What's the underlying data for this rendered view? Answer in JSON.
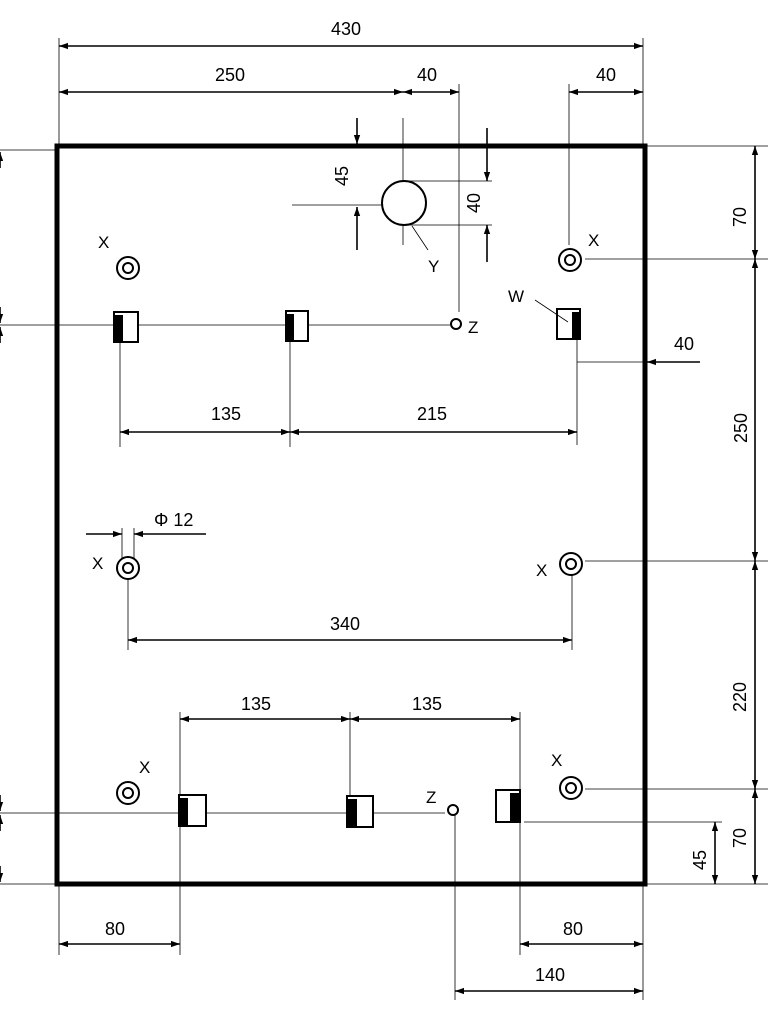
{
  "dimensions": {
    "total_width": "430",
    "left_to_y": "250",
    "y_to_z": "40",
    "right_x_offset": "40",
    "y_vertical": "45",
    "y_diameter": "40",
    "top_to_x": "70",
    "x_to_x_mid": "250",
    "w_offset": "40",
    "top_row_spacing": "135",
    "top_row_span": "215",
    "x_diameter": "Φ 12",
    "x_span": "340",
    "x_to_x_low": "220",
    "bottom_spacing_1": "135",
    "bottom_spacing_2": "135",
    "bottom_to_x": "70",
    "bottom_row_height": "45",
    "left_margin": "80",
    "right_margin": "80",
    "z_to_right": "140"
  },
  "callouts": {
    "x": "X",
    "y": "Y",
    "z": "Z",
    "w": "W"
  }
}
